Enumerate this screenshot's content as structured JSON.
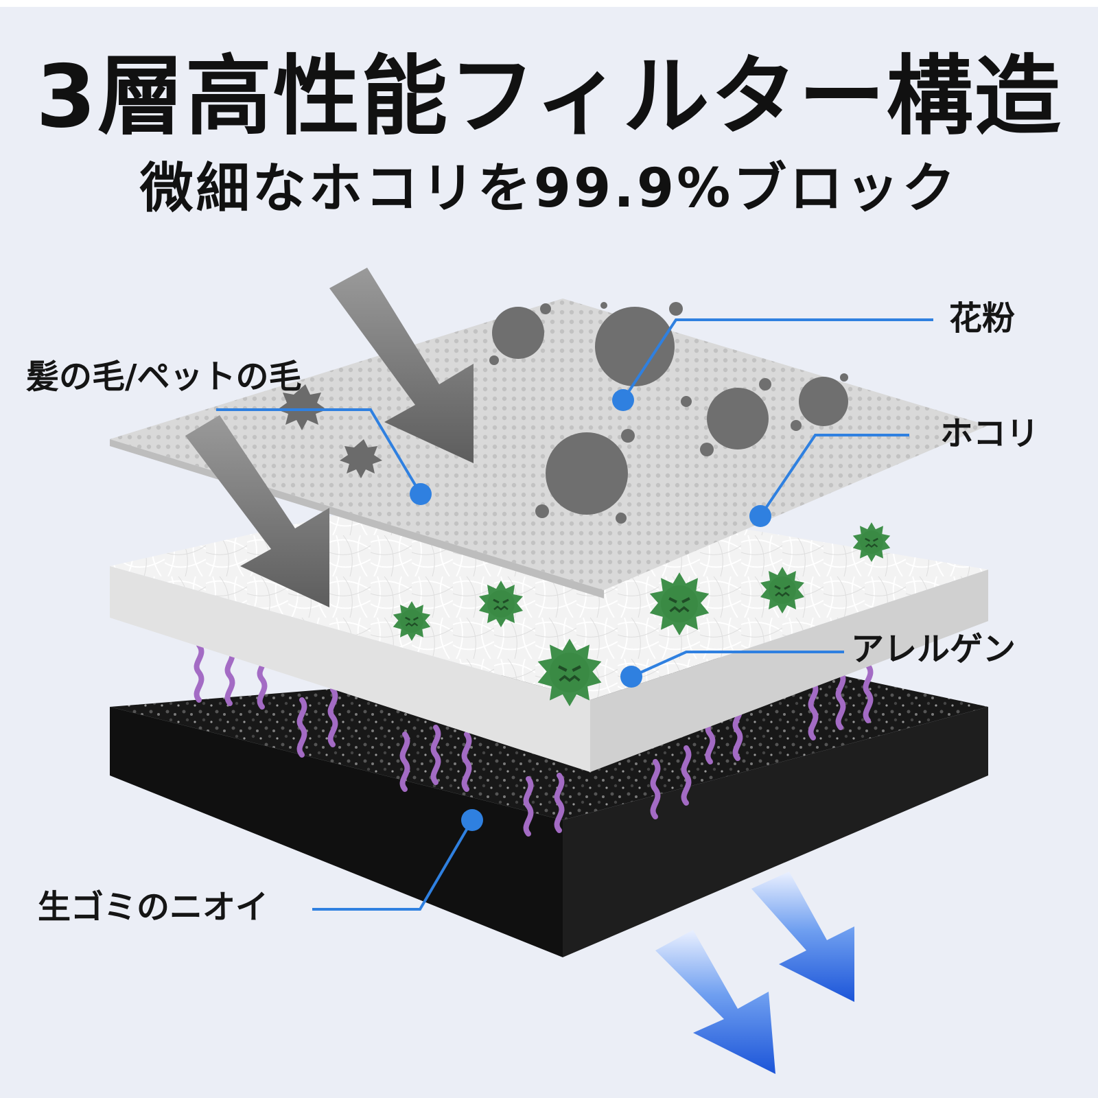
{
  "header": {
    "title": "3層高性能フィルター構造",
    "subtitle": "微細なホコリを99.9%ブロック"
  },
  "callouts": {
    "pollen": "花粉",
    "hair": "髪の毛/ペットの毛",
    "dust": "ホコリ",
    "allergen": "アレルゲン",
    "odor": "生ゴミのニオイ"
  },
  "colors": {
    "callout_line": "#2f80e0",
    "callout_dot": "#2f80e0",
    "flow_in_arrow": "#6e6e6e",
    "flow_out_arrow": "#1f5fe0",
    "allergen_germ": "#3f8f4a",
    "odor_wisp": "#a36bc4",
    "carbon_layer": "#1c1c1c",
    "mesh_layer": "#d6d6d6",
    "fiber_layer": "#f2f2f2"
  },
  "icons": [
    "down-arrow-icon",
    "germ-icon",
    "pollen-particle-icon",
    "odor-wisp-icon"
  ]
}
